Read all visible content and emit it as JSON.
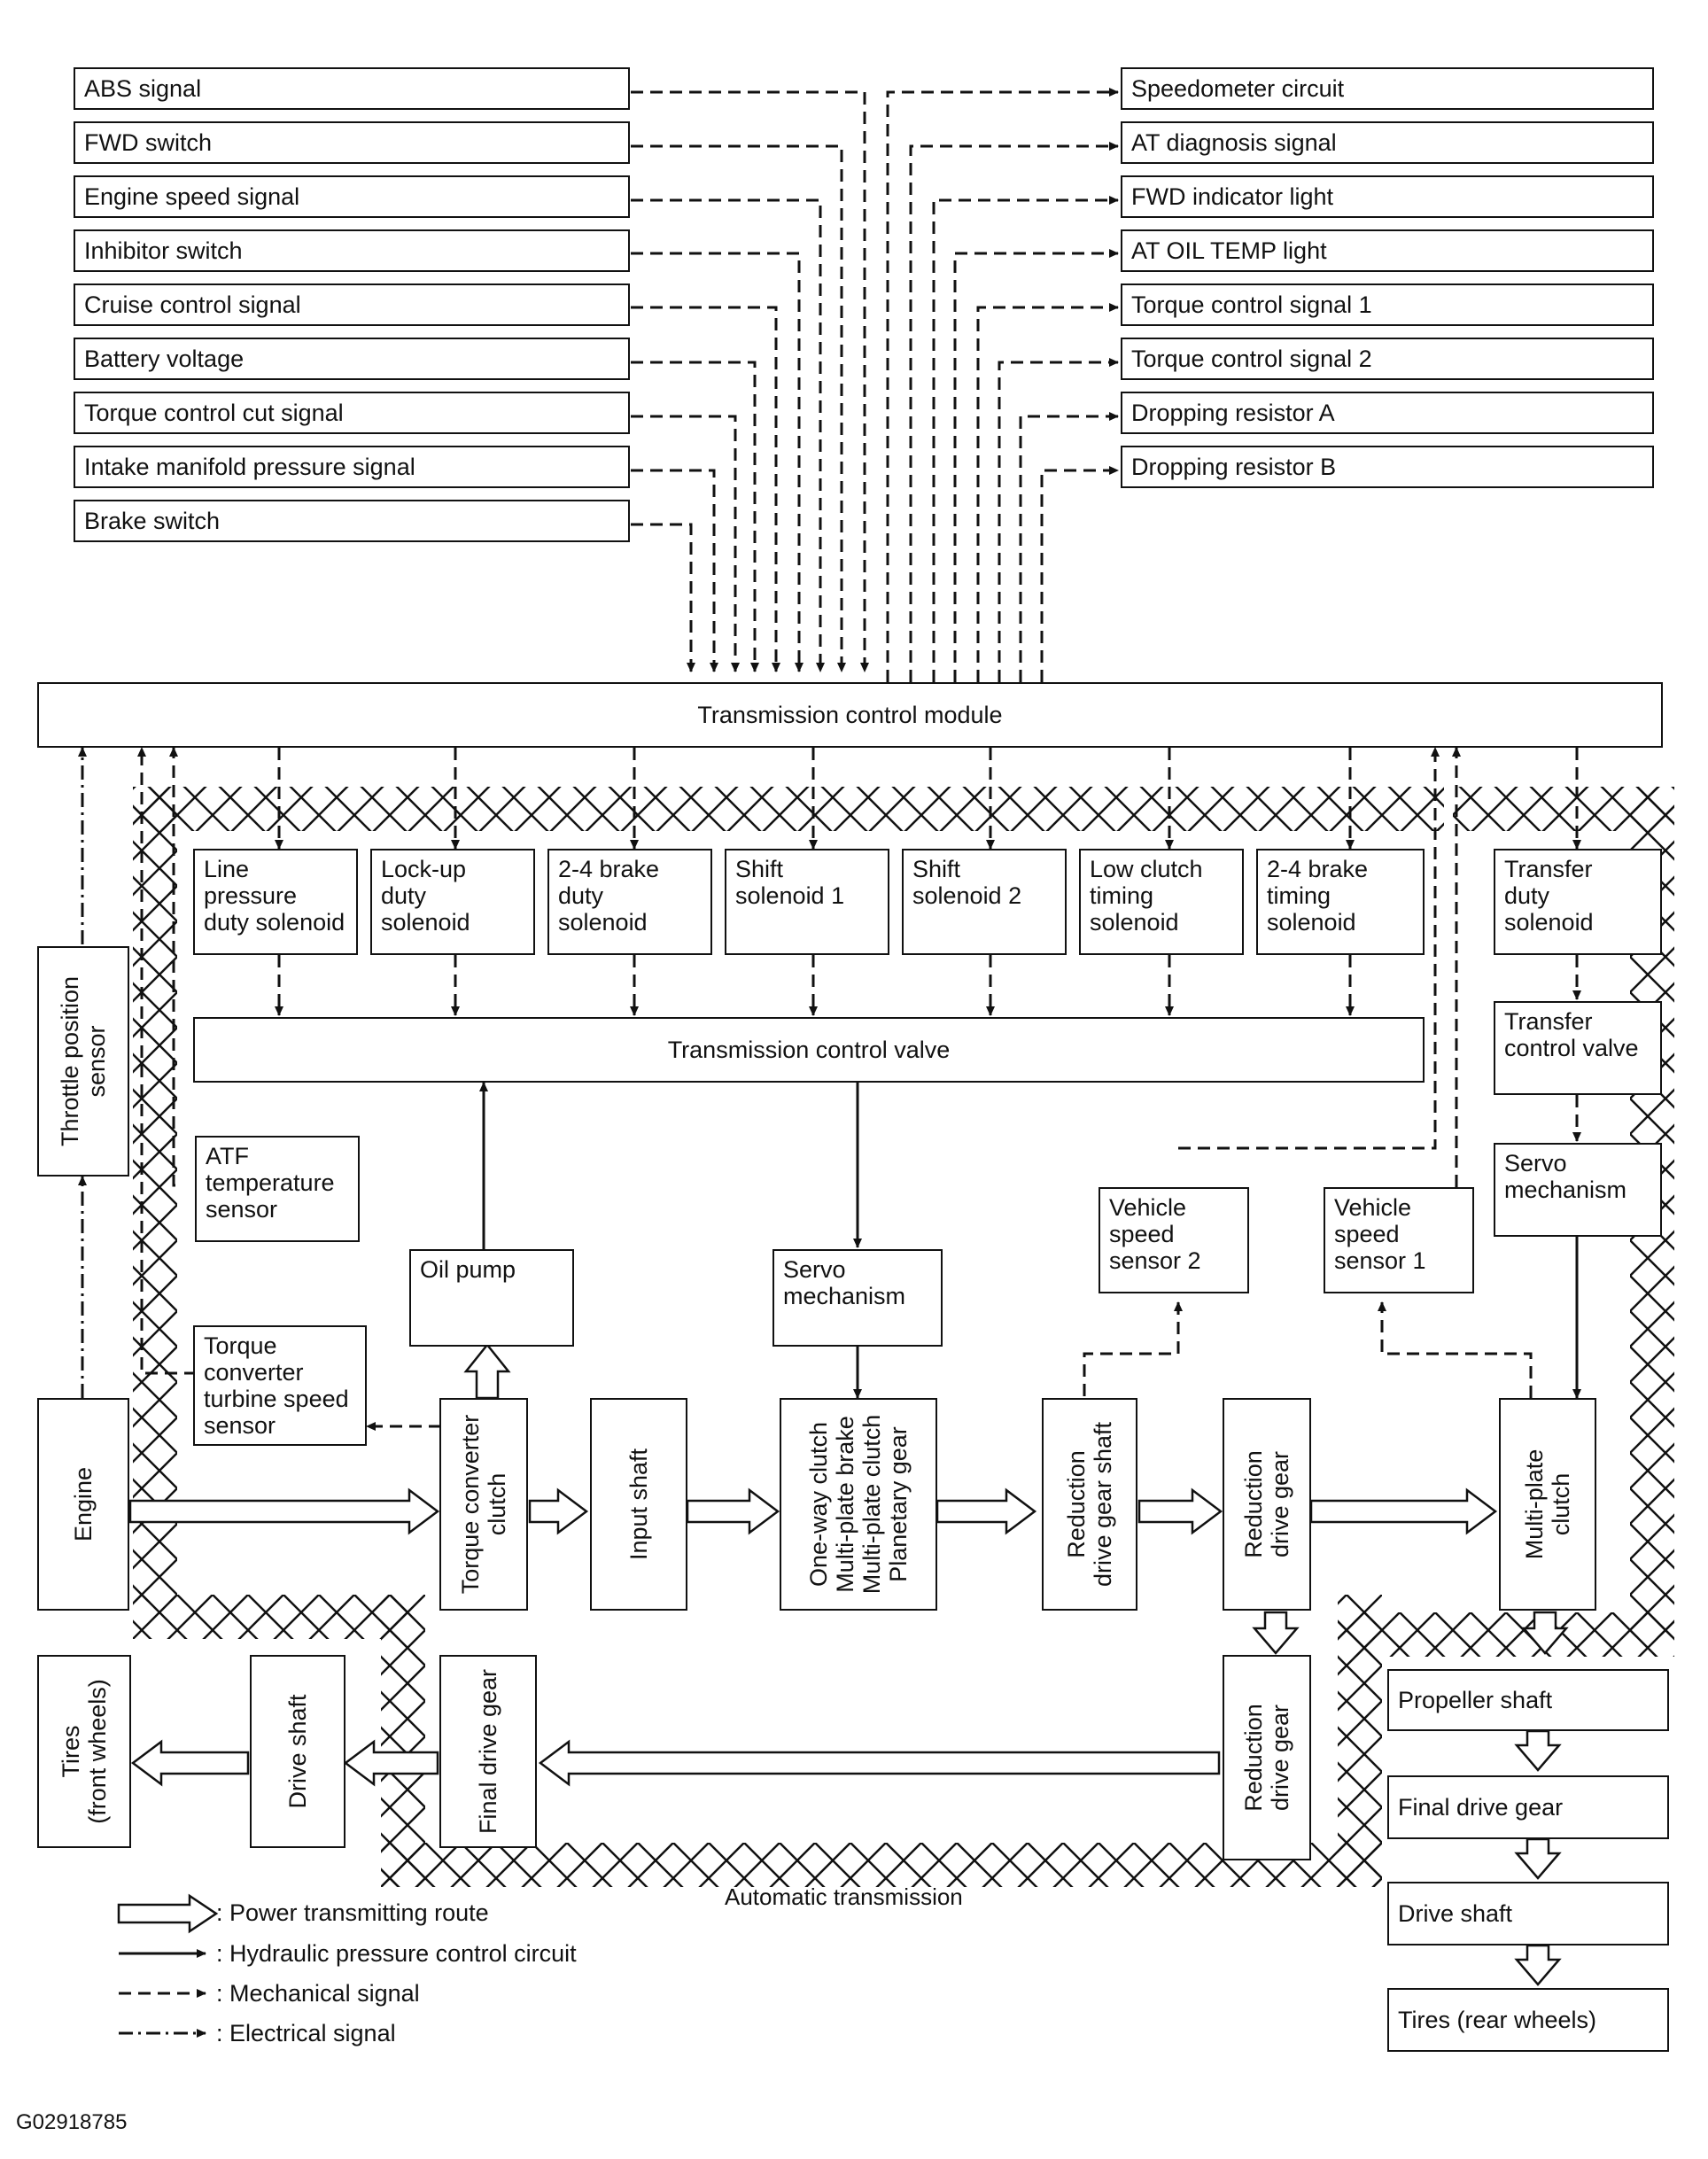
{
  "inputs": [
    {
      "id": "abs",
      "label": "ABS signal"
    },
    {
      "id": "fwd",
      "label": "FWD switch"
    },
    {
      "id": "engine_speed",
      "label": "Engine speed signal"
    },
    {
      "id": "inhibitor",
      "label": "Inhibitor switch"
    },
    {
      "id": "cruise",
      "label": "Cruise control signal"
    },
    {
      "id": "battery",
      "label": "Battery voltage"
    },
    {
      "id": "torque_cut",
      "label": "Torque control cut signal"
    },
    {
      "id": "intake",
      "label": "Intake manifold pressure signal"
    },
    {
      "id": "brake",
      "label": "Brake switch"
    }
  ],
  "outputs": [
    {
      "id": "speedometer",
      "label": "Speedometer circuit"
    },
    {
      "id": "at_diag",
      "label": "AT diagnosis signal"
    },
    {
      "id": "fwd_light",
      "label": "FWD indicator light"
    },
    {
      "id": "at_oil",
      "label": "AT OIL TEMP light"
    },
    {
      "id": "torque1",
      "label": "Torque control signal 1"
    },
    {
      "id": "torque2",
      "label": "Torque control signal 2"
    },
    {
      "id": "resA",
      "label": "Dropping resistor A"
    },
    {
      "id": "resB",
      "label": "Dropping resistor B"
    }
  ],
  "tcm": {
    "label": "Transmission control module"
  },
  "solenoids": [
    {
      "id": "line",
      "label": "Line\npressure\nduty solenoid"
    },
    {
      "id": "lockup",
      "label": "Lock-up\nduty\nsolenoid"
    },
    {
      "id": "brake24duty",
      "label": "2-4 brake\nduty\nsolenoid"
    },
    {
      "id": "shift1",
      "label": "Shift\nsolenoid 1"
    },
    {
      "id": "shift2",
      "label": "Shift\nsolenoid 2"
    },
    {
      "id": "lowclutch",
      "label": "Low clutch\ntiming\nsolenoid"
    },
    {
      "id": "brake24timing",
      "label": "2-4 brake\ntiming\nsolenoid"
    }
  ],
  "transfer_duty": {
    "label": "Transfer\nduty\nsolenoid"
  },
  "transfer_valve": {
    "label": "Transfer\ncontrol valve"
  },
  "tcv": {
    "label": "Transmission control valve"
  },
  "servo_right": {
    "label": "Servo\nmechanism"
  },
  "servo_center": {
    "label": "Servo\nmechanism"
  },
  "throttle": {
    "label": "Throttle position\nsensor"
  },
  "atf": {
    "label": "ATF\ntemperature\nsensor"
  },
  "oil_pump": {
    "label": "Oil pump"
  },
  "vss2": {
    "label": "Vehicle\nspeed\nsensor 2"
  },
  "vss1": {
    "label": "Vehicle\nspeed\nsensor 1"
  },
  "turbine": {
    "label": "Torque\nconverter\nturbine speed\nsensor"
  },
  "drivetrain": {
    "engine": "Engine",
    "tcc": "Torque converter\nclutch",
    "input_shaft": "Input shaft",
    "gears": "One-way clutch\nMulti-plate brake\nMulti-plate clutch\nPlanetary gear",
    "rds": "Reduction\ndrive gear shaft",
    "rdg": "Reduction\ndrive gear",
    "mpc": "Multi-plate\nclutch",
    "rdg2": "Reduction\ndrive gear",
    "fdg": "Final drive gear",
    "drive_shaft": "Drive shaft",
    "tires_front": "Tires\n(front wheels)"
  },
  "rear": {
    "propeller": "Propeller shaft",
    "final_drive": "Final drive gear",
    "drive_shaft": "Drive shaft",
    "tires_rear": "Tires (rear wheels)"
  },
  "at_label": "Automatic transmission",
  "legend": [
    {
      "type": "power",
      "label": ": Power transmitting route"
    },
    {
      "type": "hydraulic",
      "label": ": Hydraulic pressure control circuit"
    },
    {
      "type": "mechanical",
      "label": ": Mechanical signal"
    },
    {
      "type": "electrical",
      "label": ": Electrical signal"
    }
  ],
  "figure_id": "G02918785"
}
